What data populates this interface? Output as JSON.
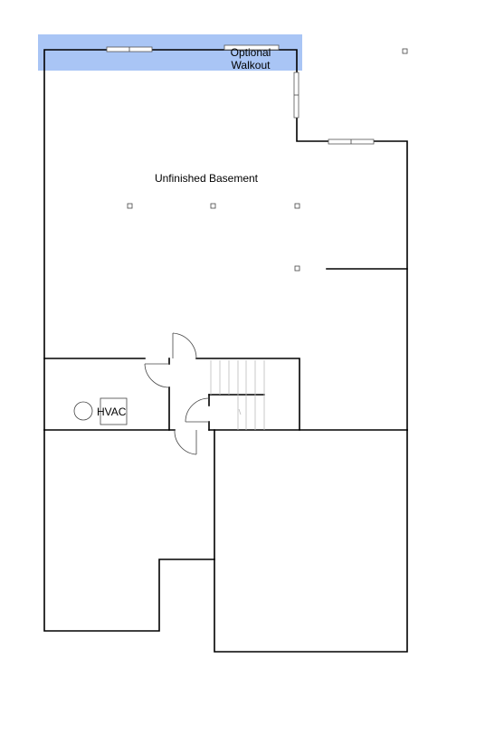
{
  "plan": {
    "walkout_label_line1": "Optional",
    "walkout_label_line2": "Walkout",
    "main_room_label": "Unfinished Basement",
    "hvac_label": "HVAC",
    "highlight_color": "#a9c5f5"
  }
}
